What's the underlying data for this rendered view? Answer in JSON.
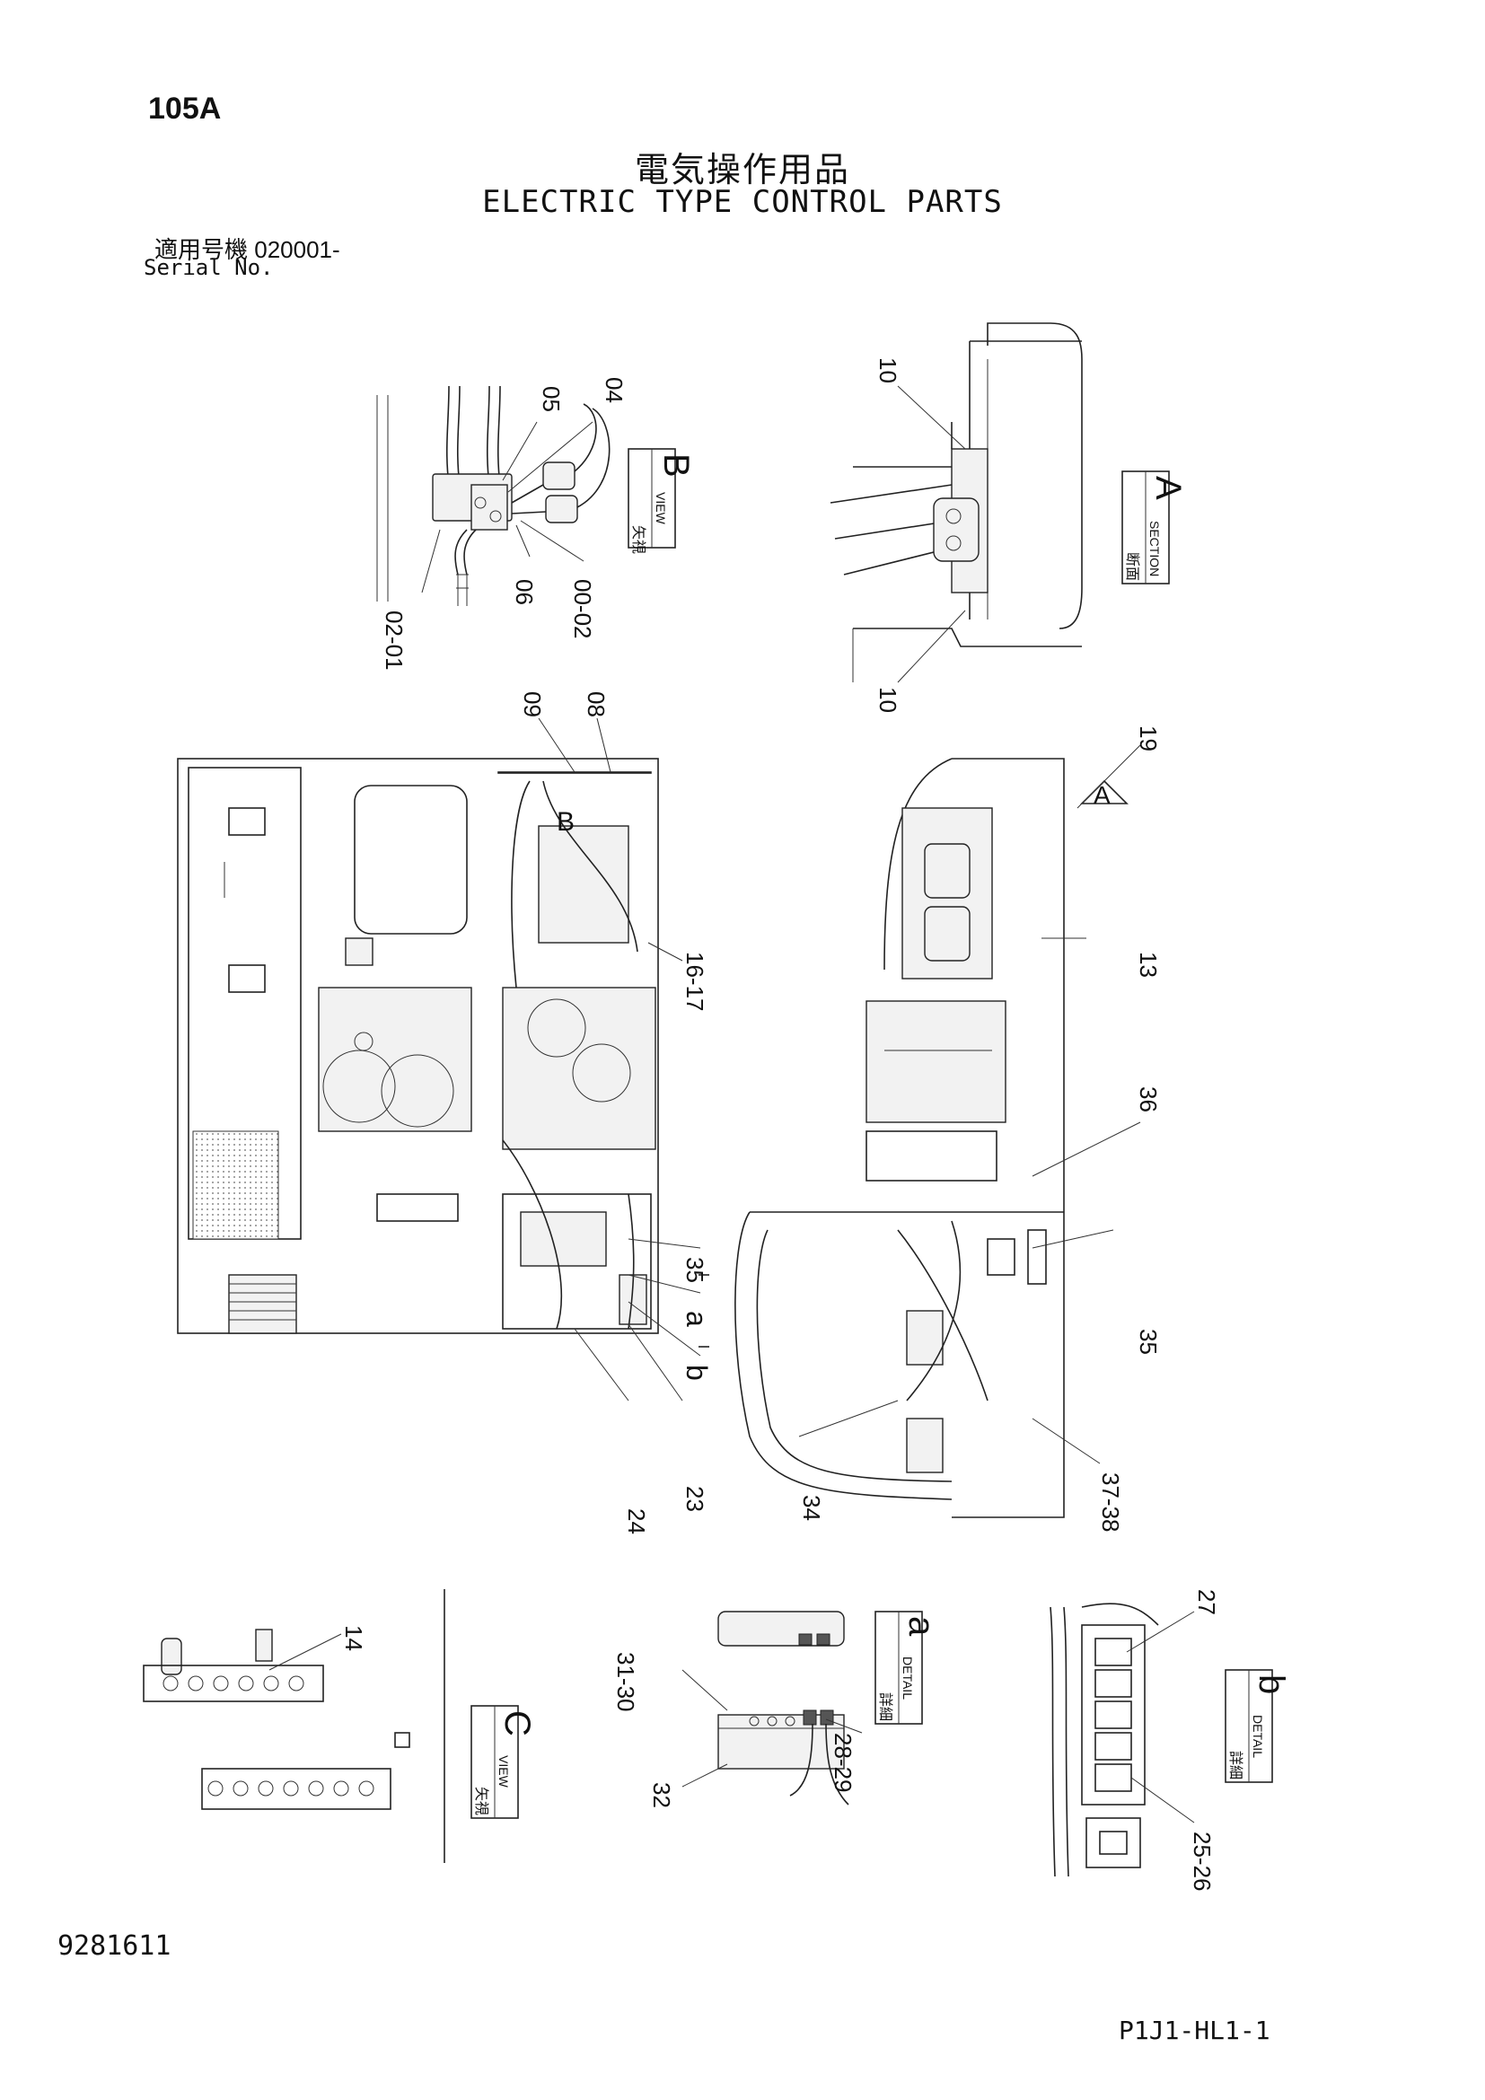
{
  "header": {
    "page_code": "105A",
    "title_jp": "電気操作用品",
    "title_en": "ELECTRIC TYPE CONTROL PARTS",
    "serial_label_jp": "適用号機",
    "serial_value": "020001-",
    "serial_label_en": "Serial No."
  },
  "footer": {
    "drawing_number": "9281611",
    "sheet_code": "P1J1-HL1-1"
  },
  "views": {
    "view_b": {
      "jp": "矢視",
      "en": "VIEW",
      "letter": "B"
    },
    "section_a": {
      "jp": "断面",
      "en": "SECTION",
      "letter": "A"
    },
    "view_c": {
      "jp": "矢視",
      "en": "VIEW",
      "letter": "C"
    },
    "detail_a": {
      "jp": "詳細",
      "en": "DETAIL",
      "letter": "a"
    },
    "detail_b": {
      "jp": "詳細",
      "en": "DETAIL",
      "letter": "b"
    }
  },
  "arrow_letters": {
    "b_on_frame": "B",
    "a_on_frame": "A"
  },
  "callouts": {
    "v05": "05",
    "v04": "04",
    "v06": "06",
    "v00_02": "00-02",
    "v02_01": "02-01",
    "s10_top": "10",
    "s10_bot": "10",
    "c09": "09",
    "c08": "08",
    "c16_17": "16-17",
    "c35_left": "35",
    "ca": "a",
    "cb": "b",
    "c23": "23",
    "c24": "24",
    "c19": "19",
    "c13": "13",
    "c36": "36",
    "c35_right": "35",
    "c34": "34",
    "c37_38": "37-38",
    "vc14": "14",
    "d31_30": "31-30",
    "d32": "32",
    "d28_29": "28-29",
    "d27": "27",
    "d25_26": "25-26"
  }
}
